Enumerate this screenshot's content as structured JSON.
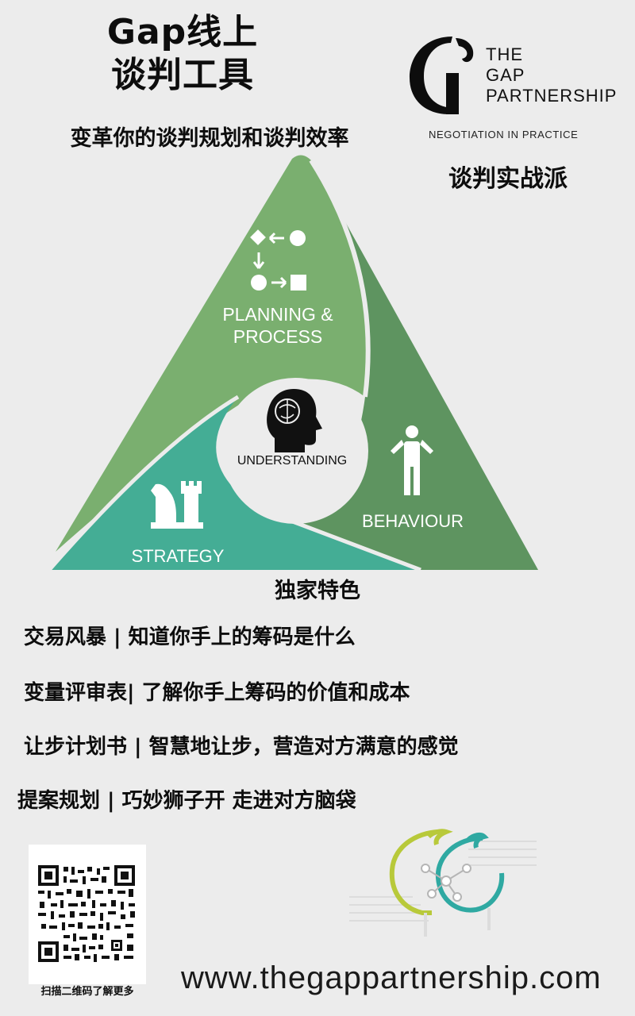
{
  "header": {
    "title_line1": "Gap线上",
    "title_line2": "谈判工具",
    "subtitle": "变革你的谈判规划和谈判效率"
  },
  "brand": {
    "name_line1": "THE",
    "name_line2": "GAP",
    "name_line3": "PARTNERSHIP",
    "tagline": "NEGOTIATION IN PRACTICE",
    "slogan": "谈判实战派"
  },
  "diagram": {
    "planning_line1": "PLANNING &",
    "planning_line2": "PROCESS",
    "understanding": "UNDERSTANDING",
    "behaviour": "BEHAVIOUR",
    "strategy": "STRATEGY",
    "colors": {
      "planning": "#7aaf6f",
      "behaviour": "#5e9460",
      "strategy": "#44ad95",
      "center": "#ececec"
    }
  },
  "features": {
    "heading": "独家特色",
    "items": [
      "交易风暴 | 知道你手上的筹码是什么",
      "变量评审表| 了解你手上筹码的价值和成本",
      "让步计划书 | 智慧地让步，营造对方满意的感觉",
      "提案规划 | 巧妙狮子开 走进对方脑袋"
    ]
  },
  "footer": {
    "qr_caption": "扫描二维码了解更多",
    "website": "www.thegappartnership.com"
  }
}
